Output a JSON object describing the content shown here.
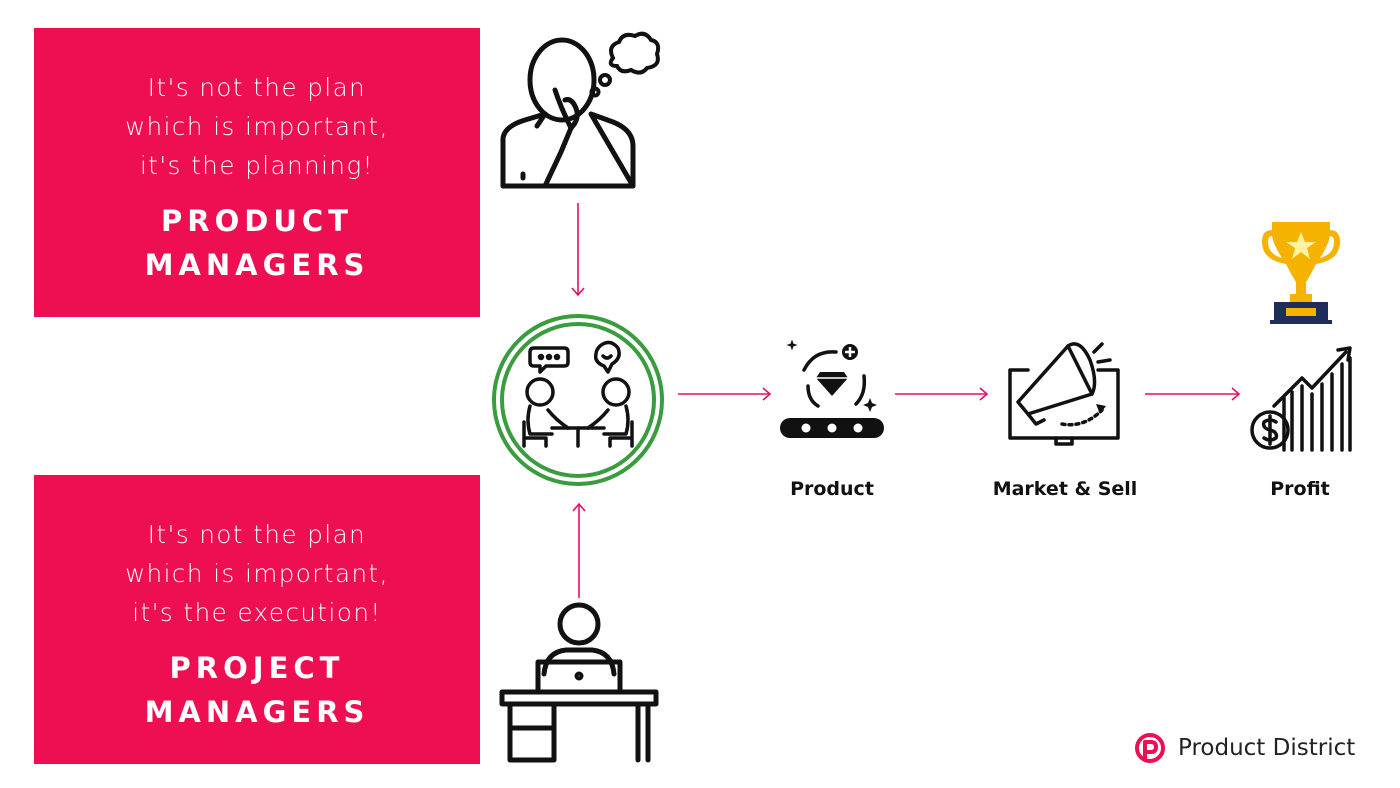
{
  "product_managers": {
    "quote_lines": [
      "It's not the plan",
      "which is important,",
      "it's the planning!"
    ],
    "role_lines": [
      "PRODUCT",
      "MANAGERS"
    ]
  },
  "project_managers": {
    "quote_lines": [
      "It's not the plan",
      "which is important,",
      "it's the execution!"
    ],
    "role_lines": [
      "PROJECT",
      "MANAGERS"
    ]
  },
  "steps": {
    "product": "Product",
    "market_sell": "Market & Sell",
    "profit": "Profit"
  },
  "brand": {
    "name": "Product District"
  },
  "colors": {
    "accent": "#ee0e52",
    "arrow": "#e0116a",
    "circle": "#3a9b3f",
    "gold": "#f5b300",
    "navy": "#1f2d5c"
  }
}
